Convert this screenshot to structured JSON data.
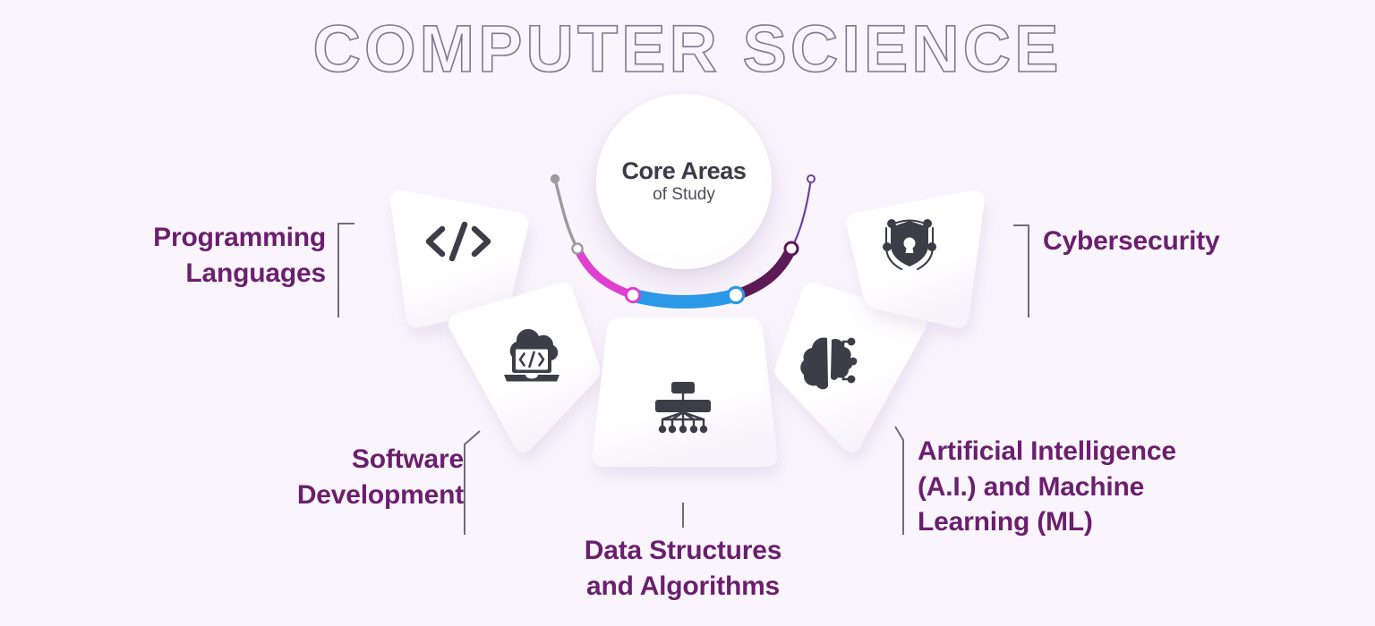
{
  "title": "COMPUTER SCIENCE",
  "hub": {
    "line1": "Core Areas",
    "line2": "of Study"
  },
  "colors": {
    "background": "#faf5fd",
    "label_purple": "#6b1f6e",
    "title_stroke": "#7b7b8c",
    "icon_dark": "#3d3d48",
    "petal_white": "#ffffff",
    "connector_gray": "#6e6e78",
    "arc_gray": "#9b9b9b",
    "arc_magenta": "#e040d0",
    "arc_blue": "#2b9ae8",
    "arc_darkpurple": "#5c1a56",
    "arc_violet": "#6b3fa0"
  },
  "arc": {
    "segments": [
      {
        "name": "gray-thin",
        "color": "#9b9b9b",
        "width": 3
      },
      {
        "name": "magenta",
        "color": "#e040d0",
        "width": 9
      },
      {
        "name": "blue",
        "color": "#2b9ae8",
        "width": 15
      },
      {
        "name": "dark-purple",
        "color": "#5c1a56",
        "width": 12
      },
      {
        "name": "violet-thin",
        "color": "#6b3fa0",
        "width": 2
      }
    ],
    "nodes": [
      {
        "name": "gray-endpoint-dot",
        "filled": true
      },
      {
        "name": "gray-magenta-node",
        "filled": false
      },
      {
        "name": "magenta-blue-node",
        "filled": false
      },
      {
        "name": "blue-purple-node",
        "filled": false
      },
      {
        "name": "violet-endpoint-dot",
        "filled": false
      }
    ]
  },
  "areas": [
    {
      "id": "programming-languages",
      "label": "Programming\nLanguages",
      "icon": "code-brackets-icon",
      "align": "right"
    },
    {
      "id": "software-development",
      "label": "Software\nDevelopment",
      "icon": "cloud-laptop-code-icon",
      "align": "right"
    },
    {
      "id": "data-structures-algorithms",
      "label": "Data Structures\nand Algorithms",
      "icon": "hierarchy-tree-icon",
      "align": "center"
    },
    {
      "id": "artificial-intelligence-machine-learning",
      "label": "Artificial Intelligence\n(A.I.) and Machine\nLearning (ML)",
      "icon": "brain-circuit-icon",
      "align": "left"
    },
    {
      "id": "cybersecurity",
      "label": "Cybersecurity",
      "icon": "shield-lock-network-icon",
      "align": "left"
    }
  ]
}
